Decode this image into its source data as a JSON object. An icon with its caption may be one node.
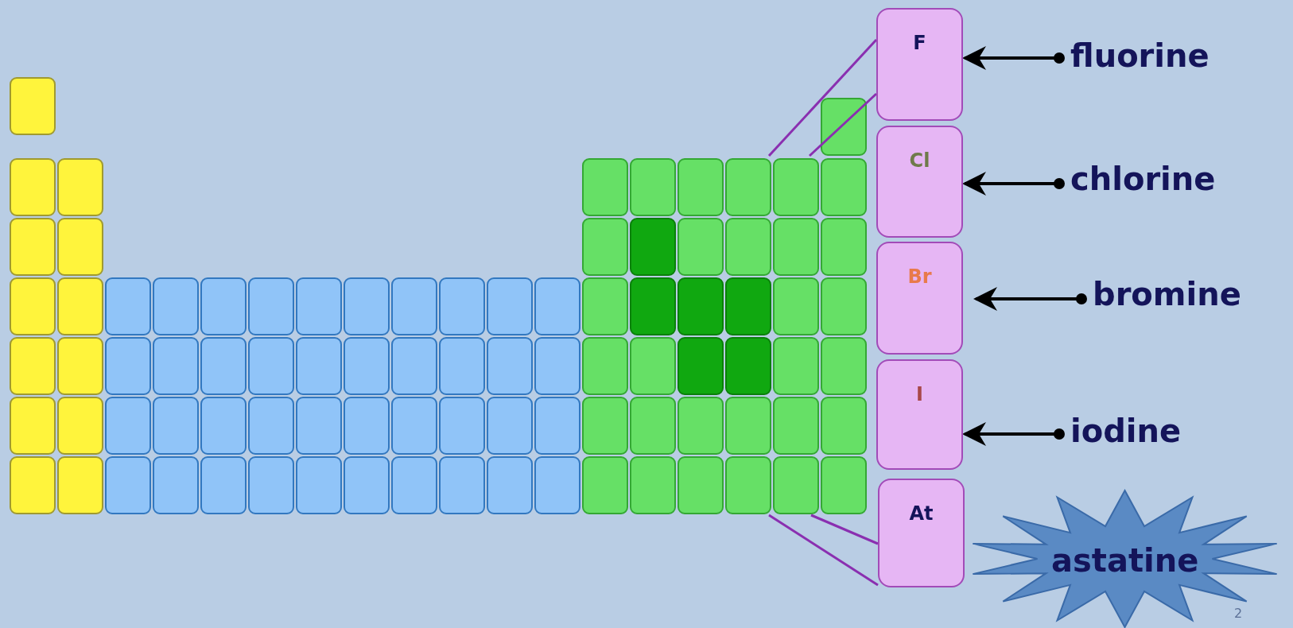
{
  "diagram": {
    "nodes": [
      {
        "text": [
          "F"
        ]
      },
      {
        "text": [
          "Cl"
        ]
      },
      {
        "text": [
          "Br"
        ]
      },
      {
        "text": [
          "I"
        ]
      },
      {
        "text": [
          "At"
        ]
      },
      {
        "text": [
          "fluorine"
        ]
      },
      {
        "text": [
          "chlorine"
        ]
      },
      {
        "text": [
          "bromine"
        ]
      },
      {
        "text": [
          "iodine"
        ]
      },
      {
        "text": [
          "astatine"
        ]
      }
    ],
    "edges": [
      {
        "from": 5,
        "to": 0,
        "arrow": "to"
      },
      {
        "from": 6,
        "to": 1,
        "arrow": "to"
      },
      {
        "from": 7,
        "to": 2,
        "arrow": "to"
      },
      {
        "from": 8,
        "to": 3,
        "arrow": "to"
      }
    ],
    "labels": [
      "2"
    ]
  }
}
